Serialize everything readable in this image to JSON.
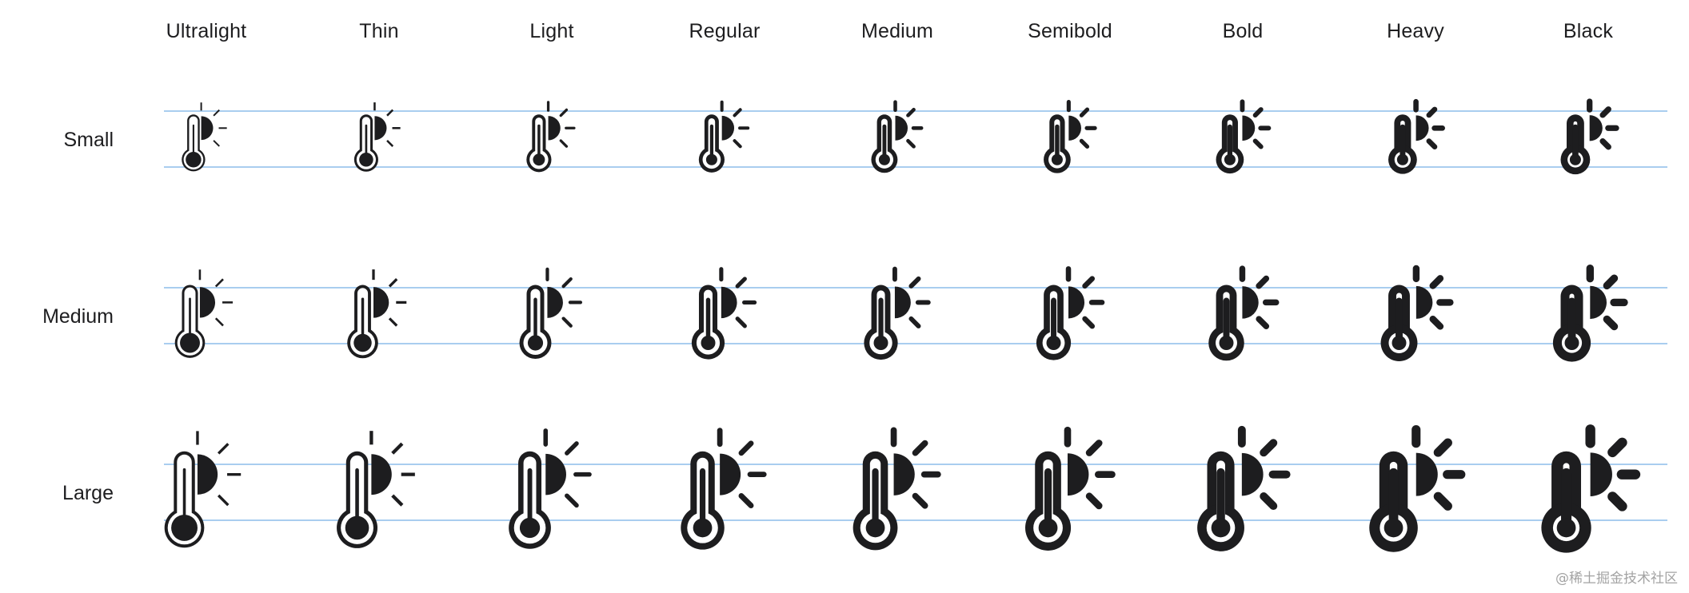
{
  "weights": [
    {
      "label": "Ultralight",
      "thickness": 0.055
    },
    {
      "label": "Thin",
      "thickness": 0.07
    },
    {
      "label": "Light",
      "thickness": 0.09
    },
    {
      "label": "Regular",
      "thickness": 0.11
    },
    {
      "label": "Medium",
      "thickness": 0.125
    },
    {
      "label": "Semibold",
      "thickness": 0.14
    },
    {
      "label": "Bold",
      "thickness": 0.16
    },
    {
      "label": "Heavy",
      "thickness": 0.18
    },
    {
      "label": "Black",
      "thickness": 0.2
    }
  ],
  "scales": [
    {
      "label": "Small"
    },
    {
      "label": "Medium"
    },
    {
      "label": "Large"
    }
  ],
  "symbol": {
    "icon": "thermometer-sun-icon"
  },
  "colors": {
    "glyph": "#1d1d1f",
    "guide": "#a9cdef",
    "background": "#ffffff"
  },
  "watermark": "@稀土掘金技术社区"
}
